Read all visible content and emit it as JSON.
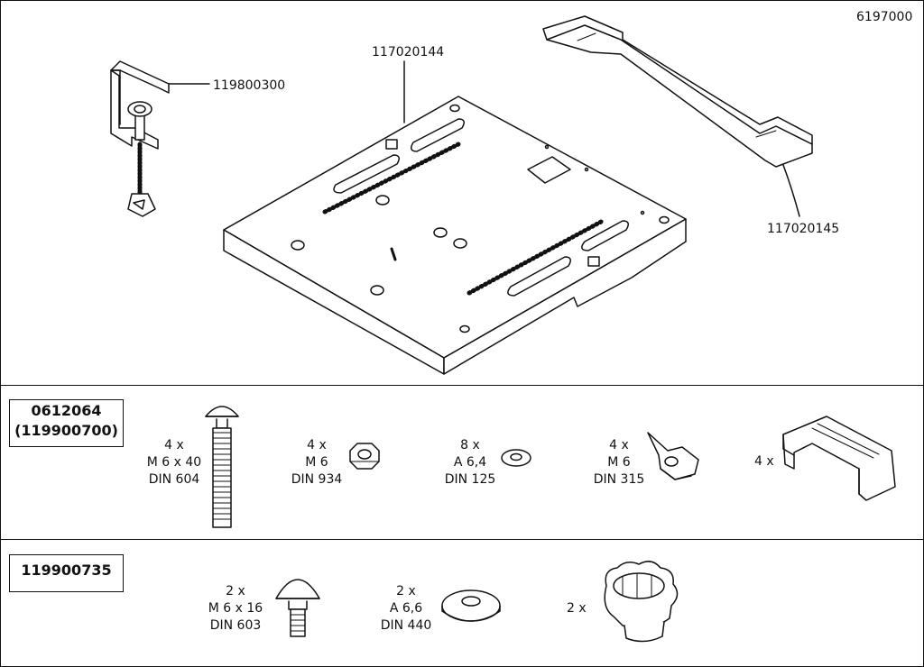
{
  "doc_number": "6197000",
  "top": {
    "clamp_part": "119800300",
    "plate_part": "117020144",
    "rail_part": "117020145"
  },
  "set1": {
    "title": "0612064",
    "subtitle": "(119900700)",
    "items": [
      {
        "qty": "4 x",
        "size": "M 6 x 40",
        "std": "DIN 604"
      },
      {
        "qty": "4 x",
        "size": "M 6",
        "std": "DIN 934"
      },
      {
        "qty": "8 x",
        "size": "A 6,4",
        "std": "DIN 125"
      },
      {
        "qty": "4 x",
        "size": "M 6",
        "std": "DIN 315"
      },
      {
        "qty": "4 x"
      }
    ]
  },
  "set2": {
    "title": "119900735",
    "items": [
      {
        "qty": "2 x",
        "size": "M 6 x 16",
        "std": "DIN 603"
      },
      {
        "qty": "2 x",
        "size": "A 6,6",
        "std": "DIN 440"
      },
      {
        "qty": "2 x"
      }
    ]
  }
}
